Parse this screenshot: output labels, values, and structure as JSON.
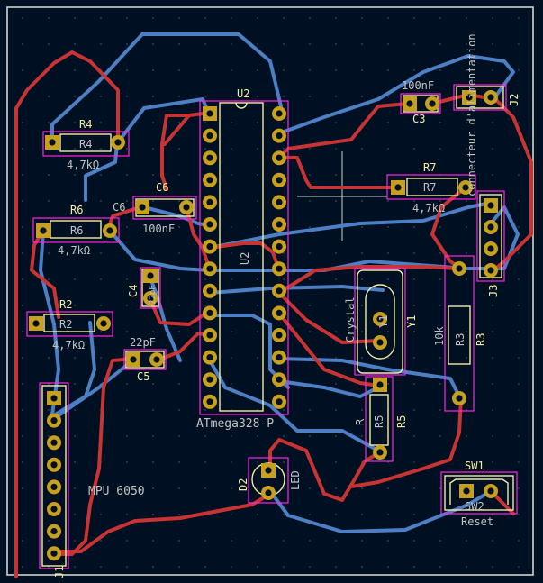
{
  "colors": {
    "background": "#001023",
    "edge": "#d0d2cd",
    "dots": "#3e4a5a",
    "front_copper": "#c83434",
    "back_copper": "#4d7fc4",
    "silkscreen": "#f2eda1",
    "fab_text": "#c2c2c2",
    "courtyard": "#ff26e2",
    "pad": "#c8a020",
    "drill": "#001023"
  },
  "components": {
    "u2": {
      "ref_top": "U2",
      "ref_mid": "U2",
      "value": "ATmega328-P"
    },
    "r4": {
      "ref": "R4",
      "fab": "R4",
      "value": "4,7kΩ"
    },
    "r6": {
      "ref": "R6",
      "fab": "R6",
      "value": "4,7kΩ"
    },
    "r2": {
      "ref": "R2",
      "fab": "R2",
      "value": "4,7kΩ"
    },
    "r7": {
      "ref": "R7",
      "fab": "R7",
      "value": "4,7kΩ"
    },
    "c6": {
      "ref": "C6",
      "fab": "C6",
      "value": "100nF"
    },
    "c3": {
      "ref": "C3",
      "value": "100nF"
    },
    "c4": {
      "ref": "C4",
      "value": "22pF"
    },
    "c5": {
      "ref": "C5",
      "value": "22pF"
    },
    "y1": {
      "ref": "Y1",
      "fab": "Y1",
      "value": "Crystal"
    },
    "r5": {
      "ref": "R5",
      "fab": "R",
      "value": "R5"
    },
    "r3": {
      "ref": "R3",
      "fab": "R3",
      "value": "10k"
    },
    "d2": {
      "ref": "D2",
      "value": "LED"
    },
    "j1": {
      "ref": "J1",
      "value": "MPU 6050"
    },
    "j2": {
      "ref": "J2",
      "value": "connecteur d'alimentation"
    },
    "j3": {
      "ref": "J3",
      "value": ""
    },
    "sw1": {
      "ref": "SW1",
      "fab": "SW2",
      "value": "Reset"
    }
  }
}
